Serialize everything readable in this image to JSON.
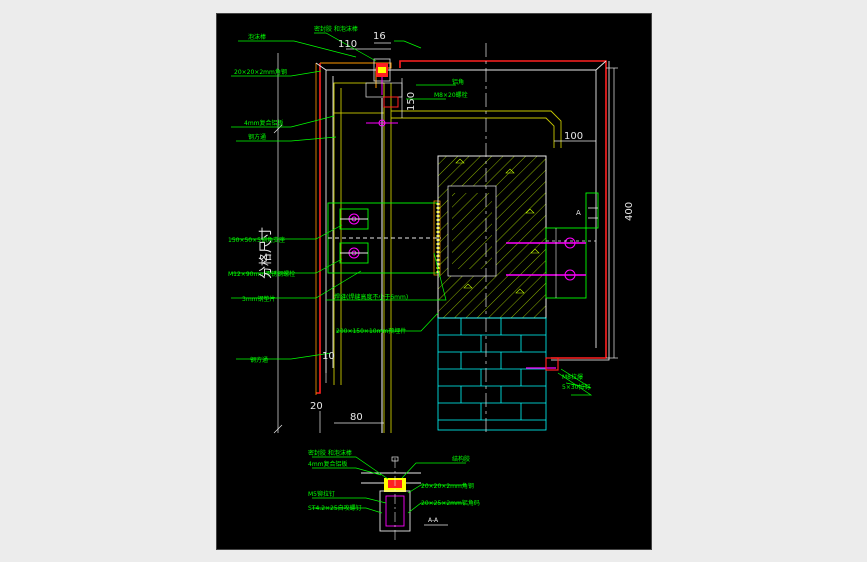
{
  "colors": {
    "background": "#000000",
    "page": "#ececec",
    "annotation": "#00ff00",
    "outline_white": "#ffffff",
    "panel_red": "#ff2020",
    "panel_orange": "#ff9900",
    "sealant_yellow": "#ffff00",
    "dimension_white": "#e8e8e8",
    "concrete_hatch": "#c8ff00",
    "brick_cyan": "#00ffff",
    "anchor_magenta": "#ff00ff"
  },
  "dimensions": {
    "d110": "110",
    "d16": "16",
    "d150": "150",
    "d100": "100",
    "d400": "400",
    "d10": "10",
    "d20": "20",
    "d80": "80",
    "grid_size_vertical": "分格尺寸",
    "section_mark": "A"
  },
  "labels": {
    "foam_rod": "泡沫棒",
    "sealant_top": "密封胶 和泡沫棒",
    "angle_20x20x2": "20×20×2mm角钢",
    "panel_4mm": "4mm复合铝板",
    "steel_tube": "钢方通",
    "bolt_m8": "M8×20螺栓",
    "aluminum_strip": "铝角",
    "steel_angle": "150×50×5钢角支座",
    "stainless_bolt": "M12×90mm不锈钢螺栓",
    "steel_plate_3mm": "3mm钢垫片",
    "weld_note": "焊缝(焊缝高度不小于6mm)",
    "embed_plate": "200×150×10mm预埋件",
    "steel_tube_lower": "钢方通",
    "expansion_bolt": "M8拉爆",
    "anchor_5x30": "5×30拉钉"
  },
  "detail_labels": {
    "sealant": "密封胶 和泡沫棒",
    "panel": "4mm复合铝板",
    "structural_sealant": "结构胶",
    "angle_20": "20×20×2mm角钢",
    "rivet": "M5铆拉钉",
    "angle_25": "20×25×2mm铝角码",
    "self_tap": "ST4.2×25自攻螺钉",
    "section_title": "A-A"
  }
}
